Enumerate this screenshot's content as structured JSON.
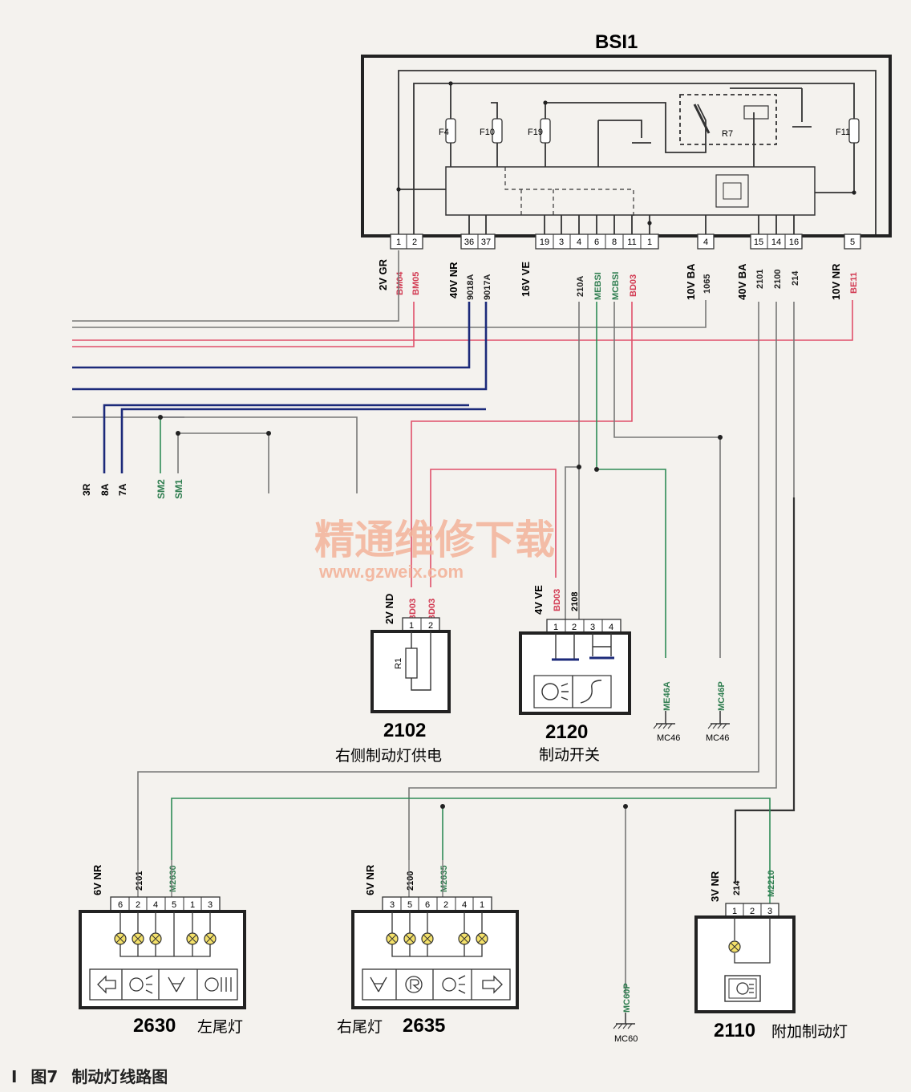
{
  "bsi": {
    "title": "BSI1",
    "fuses": [
      "F4",
      "F10",
      "F19",
      "F11"
    ],
    "relay": "R7",
    "groups": [
      {
        "label": "2V GR",
        "pins": [
          "1",
          "2"
        ],
        "wires": [
          "BM04",
          "BM05"
        ]
      },
      {
        "label": "40V NR",
        "pins": [
          "36",
          "37"
        ],
        "wires": [
          "9018A",
          "9017A"
        ]
      },
      {
        "label": "16V VE",
        "pins": [
          "19",
          "3",
          "4",
          "6",
          "8",
          "11",
          "1"
        ],
        "wires": [
          "210A",
          "MEBSI",
          "MCBSI",
          "BD03"
        ]
      },
      {
        "label": "10V BA",
        "pins": [
          "4"
        ],
        "wires": [
          "1065"
        ]
      },
      {
        "label": "40V BA",
        "pins": [
          "15",
          "14",
          "16"
        ],
        "wires": [
          "2101",
          "2100",
          "214"
        ]
      },
      {
        "label": "10V NR",
        "pins": [
          "5"
        ],
        "wires": [
          "BE11"
        ]
      }
    ]
  },
  "left_stubs": [
    "3R",
    "8A",
    "7A",
    "SM2",
    "SM1"
  ],
  "watermark": {
    "cn": "精通维修下载",
    "url": "www.gzweix.com"
  },
  "comp_2102": {
    "id": "2102",
    "name": "右侧制动灯供电",
    "connector": "2V ND",
    "pins": [
      "1",
      "2"
    ],
    "wires": [
      "BD03",
      "BD03"
    ],
    "resistor": "R1"
  },
  "comp_2120": {
    "id": "2120",
    "name": "制动开关",
    "connector": "4V VE",
    "pins": [
      "1",
      "2",
      "3",
      "4"
    ],
    "wires": [
      "BD03",
      "2108"
    ]
  },
  "grounds": {
    "me46a": {
      "wire": "ME46A",
      "label": "MC46"
    },
    "mc46p": {
      "wire": "MC46P",
      "label": "MC46"
    },
    "mc60p": {
      "wire": "MC60P",
      "label": "MC60"
    }
  },
  "comp_2630": {
    "id": "2630",
    "name": "左尾灯",
    "connector": "6V NR",
    "pins": [
      "6",
      "2",
      "4",
      "5",
      "1",
      "3"
    ],
    "wires": [
      "2101",
      "M2630"
    ]
  },
  "comp_2635": {
    "id": "2635",
    "name": "右尾灯",
    "connector": "6V NR",
    "pins": [
      "3",
      "5",
      "6",
      "2",
      "4",
      "1"
    ],
    "wires": [
      "2100",
      "M2635"
    ]
  },
  "comp_2110": {
    "id": "2110",
    "name": "附加制动灯",
    "connector": "3V NR",
    "pins": [
      "1",
      "2",
      "3"
    ],
    "wires": [
      "214",
      "M2210"
    ]
  },
  "caption": {
    "marker": "I",
    "fig": "图7",
    "title": "制动灯线路图"
  },
  "colors": {
    "red": "#e0506a",
    "blue": "#1c2a7a",
    "green": "#2e8b57",
    "gray": "#777777",
    "black": "#222222"
  }
}
